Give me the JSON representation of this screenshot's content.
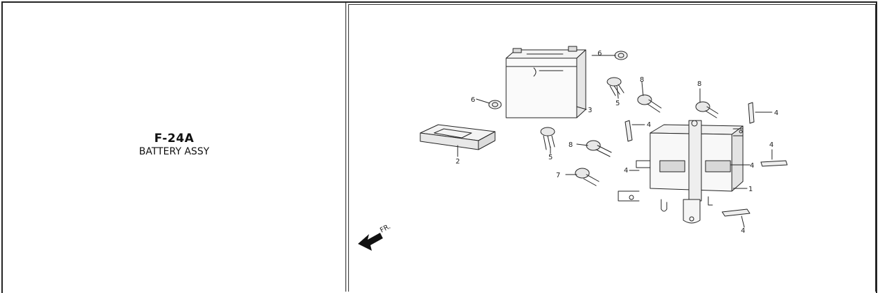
{
  "title": {
    "code": "F-24A",
    "name": "BATTERY ASSY"
  },
  "direction_label": "FR.",
  "callouts": {
    "p1": "1",
    "p2": "2",
    "p3": "3",
    "p4a": "4",
    "p4b": "4",
    "p4c": "4",
    "p4d": "4",
    "p4e": "4",
    "p4f": "4",
    "p5a": "5",
    "p5b": "5",
    "p6a": "6",
    "p6b": "6",
    "p7": "7",
    "p8a": "8",
    "p8b": "8",
    "p8c": "8"
  }
}
